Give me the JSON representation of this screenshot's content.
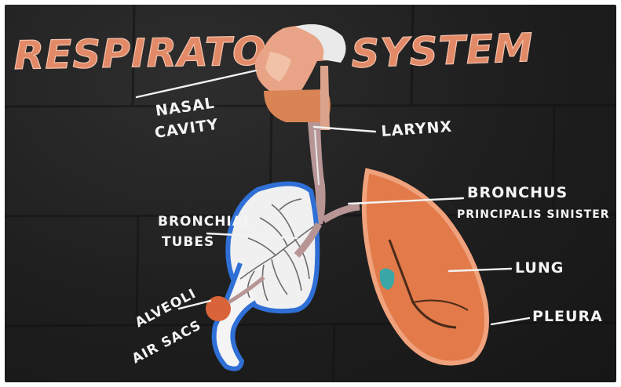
{
  "title": {
    "word1": "RESPIRATORY",
    "word2": "SYSTEM"
  },
  "labels": {
    "nasal_line1": "NASAL",
    "nasal_line2": "CAVITY",
    "larynx": "LARYNX",
    "bronchus_line1": "BRONCHUS",
    "bronchus_line2": "PRINCIPALIS SINISTER",
    "bronchial_line1": "BRONCHIAL",
    "bronchial_line2": "TUBES",
    "lung": "LUNG",
    "pleura": "PLEURA",
    "alveoli_line1": "ALVEOLI",
    "alveoli_line2": "AIR SACS"
  },
  "colors": {
    "wall": "#1e1e1e",
    "title": "#e28a67",
    "label": "#f4f4f4",
    "lung_fill": "#e27a4a",
    "lung_outline": "#f0a27c",
    "pleura_blue": "#2f6fd6",
    "alveoli": "#d9643a",
    "airway": "#b79595",
    "accent_teal": "#3aa7a6"
  }
}
